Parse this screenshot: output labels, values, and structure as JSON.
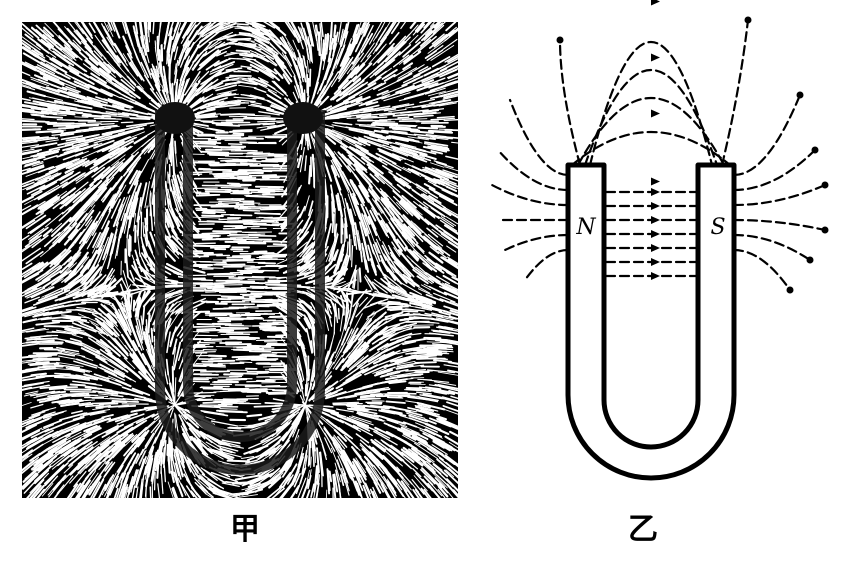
{
  "figures": {
    "left": {
      "caption": "甲"
    },
    "right": {
      "caption": "乙",
      "pole_north": "N",
      "pole_south": "S"
    }
  },
  "colors": {
    "ink": "#000000",
    "paper": "#ffffff"
  }
}
